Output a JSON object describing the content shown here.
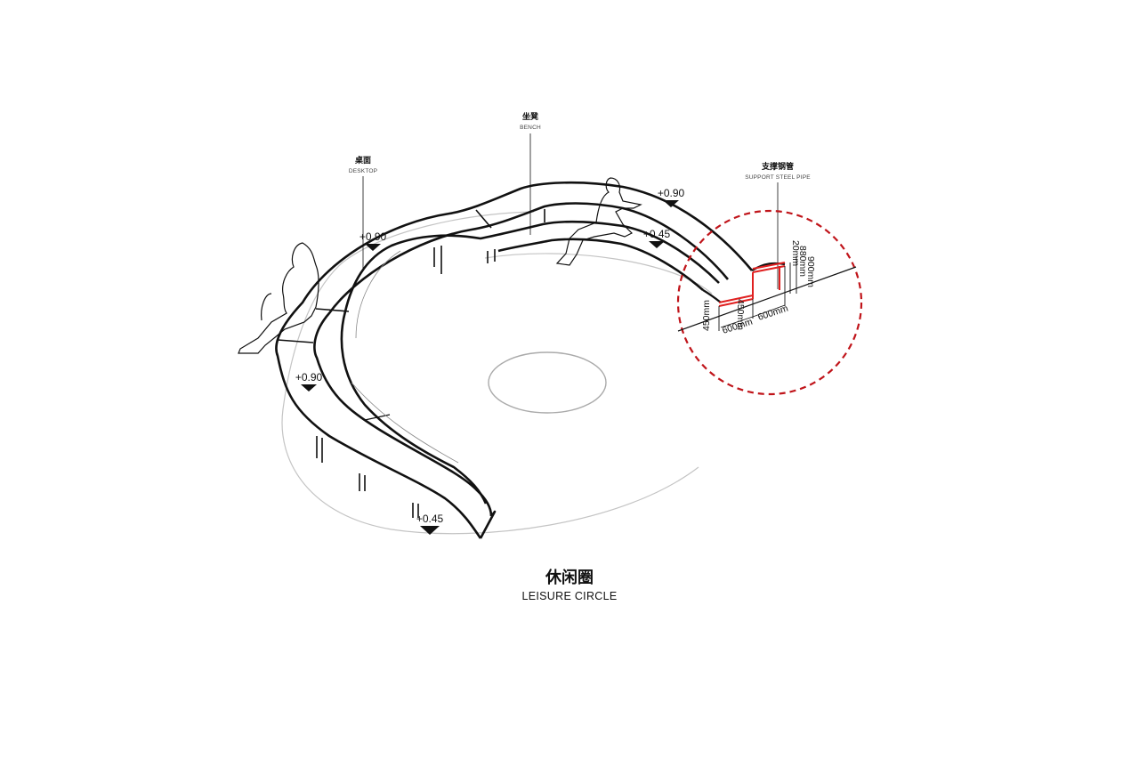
{
  "labels": {
    "bench": {
      "cn": "坐凳",
      "en": "BENCH"
    },
    "desktop": {
      "cn": "桌面",
      "en": "DESKTOP"
    },
    "support_pipe": {
      "cn": "支撑钢管",
      "en": "SUPPORT STEEL PIPE"
    }
  },
  "elevations": {
    "top_right_desk": "+0.90",
    "top_right_seat": "+0.45",
    "left_upper_desk": "+0.90",
    "left_lower_desk": "+0.90",
    "bottom_seat": "+0.45"
  },
  "dimensions": {
    "seat_height_upper": "450mm",
    "seat_height_lower": "450mm",
    "total_height": "900mm",
    "pipe_height": "880mm",
    "top_thickness": "20mm",
    "depth_left": "600mm",
    "depth_right": "600mm"
  },
  "title": {
    "cn": "休闲圈",
    "en": "LEISURE CIRCLE"
  },
  "colors": {
    "line": "#111111",
    "ground": "#bbbbbb",
    "detail_highlight": "#e02020",
    "detail_circle": "#c0141a"
  }
}
